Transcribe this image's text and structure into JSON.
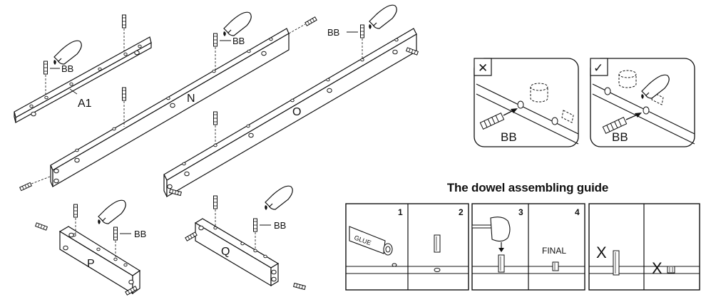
{
  "parts": {
    "a1": "A1",
    "n": "N",
    "o": "O",
    "p": "P",
    "q": "Q"
  },
  "dowel_label": "BB",
  "examples": {
    "wrong_symbol": "✕",
    "right_symbol": "✓",
    "wrong_label": "BB",
    "right_label": "BB"
  },
  "guide": {
    "title": "The dowel assembling guide",
    "steps": [
      "1",
      "2",
      "3",
      "4"
    ],
    "glue_text": "GLUE",
    "final_text": "FINAL",
    "wrong_mark": "X"
  }
}
